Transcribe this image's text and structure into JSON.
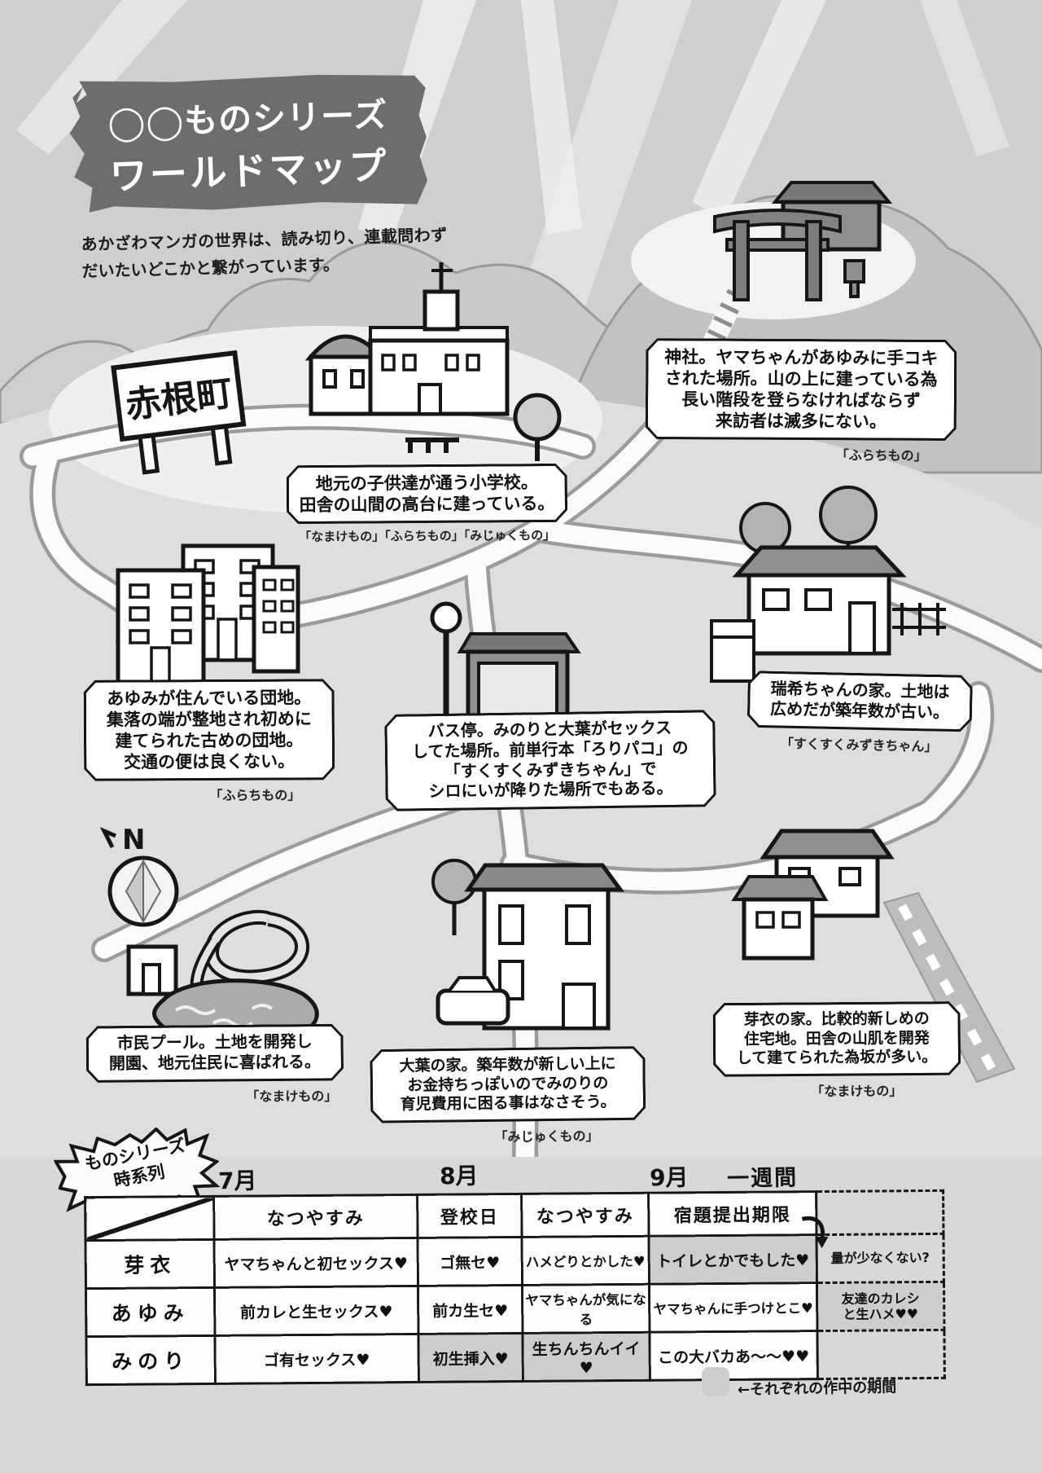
{
  "banner": {
    "title_line1": "◯◯ものシリーズ",
    "title_line2": "ワールドマップ"
  },
  "intro": {
    "line1": "あかざわマンガの世界は、読み切り、連載問わず",
    "line2": "だいたいどこかと繋がっています。"
  },
  "map": {
    "town_sign": "赤根町",
    "compass_label": "N",
    "locations": [
      {
        "name": "school",
        "description": "地元の子供達が通う小学校。\n田舎の山間の高台に建っている。",
        "credit": "「なまけもの」「ふらちもの」「みじゅくもの」"
      },
      {
        "name": "shrine",
        "description": "神社。ヤマちゃんがあゆみに手コキ\nされた場所。山の上に建っている為\n長い階段を登らなければならず\n来訪者は滅多にない。",
        "credit": "「ふらちもの」"
      },
      {
        "name": "danchi",
        "description": "あゆみが住んでいる団地。\n集落の端が整地され初めに\n建てられた古めの団地。\n交通の便は良くない。",
        "credit": "「ふらちもの」"
      },
      {
        "name": "bus-stop",
        "description": "バス停。みのりと大葉がセックス\nしてた場所。前単行本「ろりパコ」の\n「すくすくみずきちゃん」で\nシロにいが降りた場所でもある。",
        "credit": ""
      },
      {
        "name": "mizuki-house",
        "description": "瑞希ちゃんの家。土地は\n広めだが築年数が古い。",
        "credit": "「すくすくみずきちゃん」"
      },
      {
        "name": "pool",
        "description": "市民プール。土地を開発し\n開園、地元住民に喜ばれる。",
        "credit": "「なまけもの」"
      },
      {
        "name": "ooba-house",
        "description": "大葉の家。築年数が新しい上に\nお金持ちっぽいのでみのりの\n育児費用に困る事はなさそう。",
        "credit": "「みじゅくもの」"
      },
      {
        "name": "mei-house",
        "description": "芽衣の家。比較的新しめの\n住宅地。田舎の山肌を開発\nして建てられた為坂が多い。",
        "credit": "「なまけもの」"
      }
    ]
  },
  "timeline": {
    "burst_label": "ものシリーズ\n時系列",
    "months": [
      "7月",
      "8月",
      "9月",
      "一週間"
    ],
    "bands": [
      "なつやすみ",
      "登校日",
      "なつやすみ",
      "宿題提出期限"
    ],
    "rows": [
      {
        "name": "芽衣",
        "cells": [
          "ヤマちゃんと初セックス♥",
          "ゴ無セ♥",
          "ハメどりとかした♥",
          "トイレとかでもした♥",
          "量が少なくない?"
        ]
      },
      {
        "name": "あゆみ",
        "cells": [
          "前カレと生セックス♥",
          "前カ生セ♥",
          "ヤマちゃんが気になる",
          "ヤマちゃんに手つけとこ♥",
          "友達のカレシ\nと生ハメ♥♥"
        ]
      },
      {
        "name": "みのり",
        "cells": [
          "ゴ有セックス♥",
          "初生挿入♥",
          "生ちんちんイイ♥",
          "この大バカあ〜〜♥♥",
          ""
        ]
      }
    ],
    "legend": "←それぞれの作中の期間"
  },
  "colors": {
    "banner_bg": "#6d6d6d",
    "roof_gray": "#8e8e8e",
    "road_fill": "#fbfbfb",
    "cell_shade": "#cdcdcd"
  }
}
